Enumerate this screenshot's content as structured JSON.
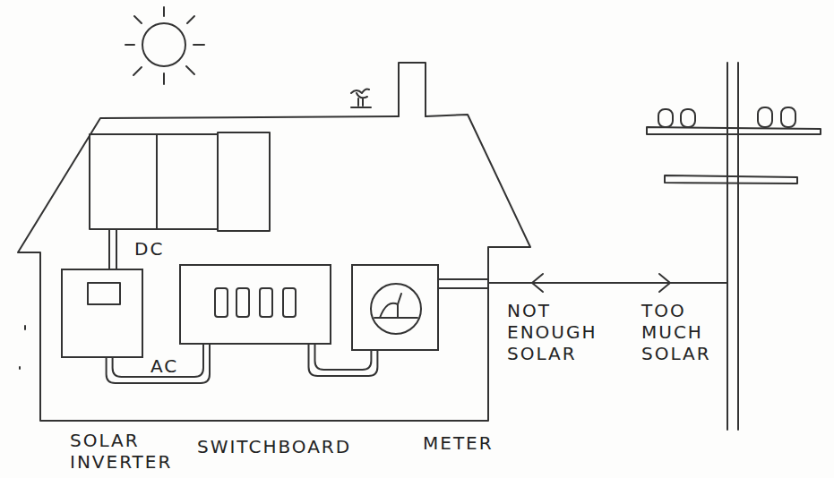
{
  "diagram": {
    "nodes": [
      {
        "text": [
          "SOLAR INVERTER"
        ]
      },
      {
        "text": [
          "SWITCHBOARD"
        ]
      },
      {
        "text": [
          "METER"
        ]
      }
    ],
    "edges": [
      {
        "from": 0,
        "to": 1,
        "arrow": "none",
        "label": "AC"
      },
      {
        "from": 1,
        "to": 2,
        "arrow": "none"
      }
    ],
    "labels": [
      "DC",
      "NOT ENOUGH SOLAR",
      "TOO MUCH SOLAR"
    ]
  }
}
